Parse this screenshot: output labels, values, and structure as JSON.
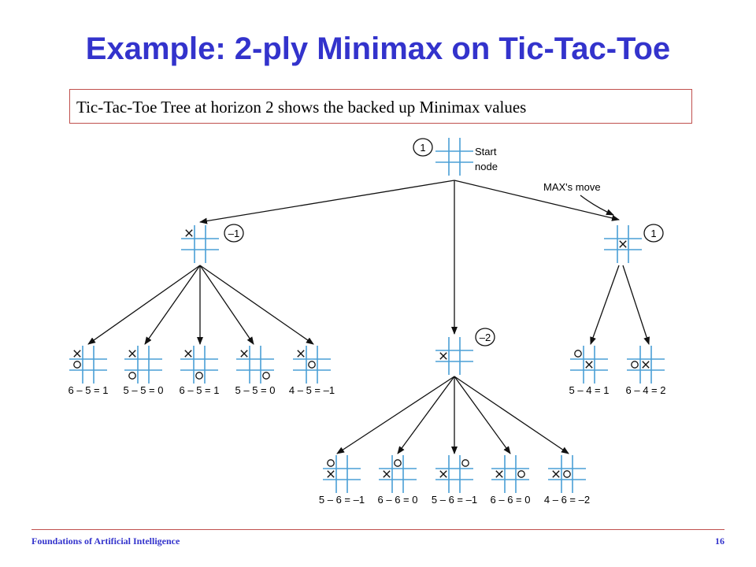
{
  "slide": {
    "title": "Example: 2-ply Minimax on Tic-Tac-Toe",
    "caption": "Tic-Tac-Toe Tree at horizon 2 shows the backed up Minimax values"
  },
  "diagram": {
    "grid_color": "#4a9fd6",
    "line_color": "#111111",
    "start_label_line1": "Start",
    "start_label_line2": "node",
    "max_move_label": "MAX's move",
    "nodes": {
      "root": {
        "value": "1",
        "cells": [
          "",
          "",
          "",
          "",
          "",
          "",
          "",
          "",
          ""
        ]
      },
      "a": {
        "value": "–1",
        "cells": [
          "X",
          "",
          "",
          "",
          "",
          "",
          "",
          "",
          ""
        ]
      },
      "b": {
        "value": "–2",
        "cells": [
          "",
          "",
          "",
          "X",
          "",
          "",
          "",
          "",
          ""
        ]
      },
      "c": {
        "value": "1",
        "cells": [
          "",
          "",
          "",
          "",
          "X",
          "",
          "",
          "",
          ""
        ]
      },
      "a1": {
        "cells": [
          "X",
          "",
          "",
          "O",
          "",
          "",
          "",
          "",
          ""
        ],
        "eval": "6 – 5 = 1"
      },
      "a2": {
        "cells": [
          "X",
          "",
          "",
          "",
          "",
          "",
          "O",
          "",
          ""
        ],
        "eval": "5 – 5 = 0"
      },
      "a3": {
        "cells": [
          "X",
          "",
          "",
          "",
          "",
          "",
          "",
          "O",
          ""
        ],
        "eval": "6 – 5 = 1"
      },
      "a4": {
        "cells": [
          "X",
          "",
          "",
          "",
          "",
          "",
          "",
          "",
          "O"
        ],
        "eval": "5 – 5 = 0"
      },
      "a5": {
        "cells": [
          "X",
          "",
          "",
          "",
          "O",
          "",
          "",
          "",
          ""
        ],
        "eval": "4 – 5 = –1"
      },
      "b1": {
        "cells": [
          "O",
          "",
          "",
          "X",
          "",
          "",
          "",
          "",
          ""
        ],
        "eval": "5 – 6 = –1"
      },
      "b2": {
        "cells": [
          "",
          "O",
          "",
          "X",
          "",
          "",
          "",
          "",
          ""
        ],
        "eval": "6 – 6 = 0"
      },
      "b3": {
        "cells": [
          "",
          "",
          "O",
          "X",
          "",
          "",
          "",
          "",
          ""
        ],
        "eval": "5 – 6 = –1"
      },
      "b4": {
        "cells": [
          "",
          "",
          "",
          "X",
          "",
          "O",
          "",
          "",
          ""
        ],
        "eval": "6 – 6 = 0"
      },
      "b5": {
        "cells": [
          "",
          "",
          "",
          "X",
          "O",
          "",
          "",
          "",
          ""
        ],
        "eval": "4 – 6 = –2"
      },
      "c1": {
        "cells": [
          "O",
          "",
          "",
          "",
          "X",
          "",
          "",
          "",
          ""
        ],
        "eval": "5 – 4 = 1"
      },
      "c2": {
        "cells": [
          "",
          "",
          "",
          "O",
          "X",
          "",
          "",
          "",
          ""
        ],
        "eval": "6 – 4 = 2"
      }
    }
  },
  "footer": {
    "course": "Foundations of Artificial Intelligence",
    "page": "16"
  }
}
